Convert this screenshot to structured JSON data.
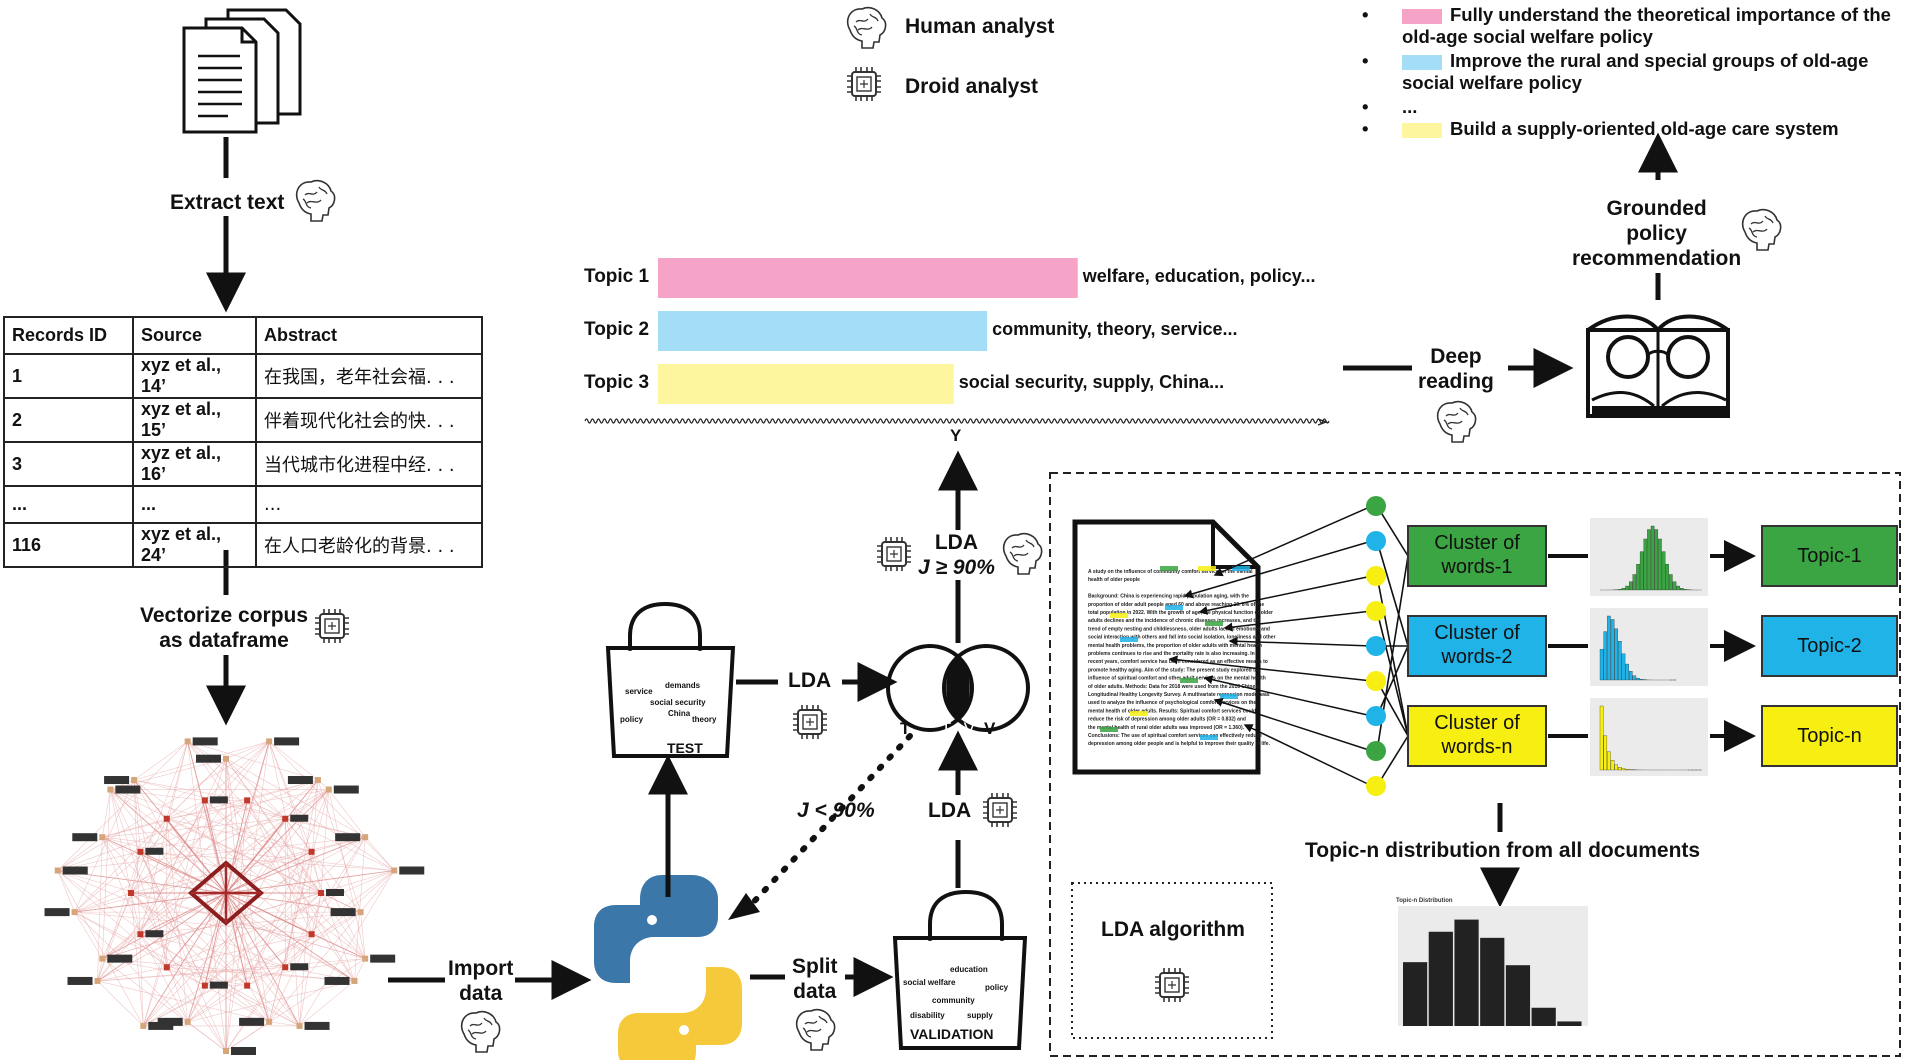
{
  "legend": {
    "human_analyst": "Human analyst",
    "droid_analyst": "Droid analyst"
  },
  "steps": {
    "extract_text": "Extract text",
    "vectorize": [
      "Vectorize corpus",
      "as dataframe"
    ],
    "import_data": [
      "Import",
      "data"
    ],
    "split_data": [
      "Split",
      "data"
    ],
    "lda_test": "LDA",
    "lda_validation": "LDA",
    "lda_pass": [
      "LDA",
      "J ≥ 90%"
    ],
    "j_fail": "J < 90%",
    "y_label": "Y",
    "deep_reading": [
      "Deep",
      "reading"
    ],
    "grounded": [
      "Grounded",
      "policy",
      "recommendation"
    ]
  },
  "table": {
    "headers": [
      "Records ID",
      "Source",
      "Abstract"
    ],
    "rows": [
      [
        "1",
        "xyz et al., 14’",
        "在我国，老年社会福. . ."
      ],
      [
        "2",
        "xyz et al., 15’",
        "伴着现代化社会的快. . ."
      ],
      [
        "3",
        "xyz et al., 16’",
        "当代城市化进程中经. . ."
      ],
      [
        "...",
        "...",
        "..."
      ],
      [
        "116",
        "xyz et al., 24’",
        "在人口老龄化的背景. . ."
      ]
    ]
  },
  "bags": {
    "test": {
      "label": "TEST",
      "words": [
        "demands",
        "service",
        "social security",
        "China",
        "policy",
        "theory"
      ]
    },
    "validation": {
      "label": "VALIDATION",
      "words": [
        "education",
        "social welfare",
        "policy",
        "community",
        "disability",
        "supply"
      ]
    }
  },
  "venn": {
    "left": "T",
    "center": "T∩V",
    "right": "V"
  },
  "topics": [
    {
      "label": "Topic 1",
      "value": 0.88,
      "color": "#f5a3c7",
      "keywords": "welfare, education, policy..."
    },
    {
      "label": "Topic 2",
      "value": 0.69,
      "color": "#a3ddf6",
      "keywords": "community, theory, service..."
    },
    {
      "label": "Topic 3",
      "value": 0.62,
      "color": "#fdf69f",
      "keywords": "social security, supply, China..."
    }
  ],
  "recommendations": [
    {
      "text1": "Fully understand the theoretical importance of the",
      "text2": "old-age social welfare policy",
      "color": "#f5a3c7"
    },
    {
      "text1": "Improve the rural and special groups of old-age",
      "text2": "social welfare policy",
      "color": "#a3ddf6"
    },
    {
      "text1": "...",
      "text2": "",
      "color": ""
    },
    {
      "text1": "Build a supply-oriented old-age care system",
      "text2": "",
      "color": "#fdf69f"
    }
  ],
  "lda_panel": {
    "clusters": [
      {
        "label": [
          "Cluster of",
          "words-1"
        ],
        "topic": "Topic-1",
        "color": "#3aa542"
      },
      {
        "label": [
          "Cluster of",
          "words-2"
        ],
        "topic": "Topic-2",
        "color": "#1fb3e8"
      },
      {
        "label": [
          "Cluster of",
          "words-n"
        ],
        "topic": "Topic-n",
        "color": "#f7ee12"
      }
    ],
    "distribution_caption": "Topic-n distribution from all documents",
    "algorithm_label": "LDA algorithm",
    "hist_title": "Topic-n Distribution",
    "hist_values": [
      42,
      62,
      70,
      58,
      40,
      12,
      3
    ],
    "doc_text": [
      "A study on the influence of community comfort service on the mental",
      "health of older people",
      "",
      "Background: China is experiencing rapid population aging, with the",
      "proportion of older adult people aged 60 and above reaching 19. 8% of the",
      "total population in 2022. With the growth of age, the physical function of older",
      "adults declines and the incidence of chronic diseases increases, and the",
      "trend of empty nesting and childlessness, older adults lack of emotional and",
      "social interaction with others and fall into social isolation, loneliness and other",
      "mental health problems, the proportion of older adults with mental health",
      "problems continues to rise and the mortality rate is also increasing. In",
      "recent years, comfort service has been considered as an effective means to",
      "promote healthy aging. Aim of the study: The present study explored the",
      "influence of spiritual comfort and other adult services on the mental health",
      "of older adults. Methods: Data for 2018 were used from the 2018 Chinese",
      "Longitudinal Healthy Longevity Survey. A multivariate regression model was",
      "used to analyze the influence of psychological comfort services on the",
      "mental health of older adults. Results: Spiritual comfort services could",
      "reduce the risk of depression among older adults (OR = 0.832) and",
      "the mental health of rural older adults was improved (OR = 1.360).",
      "Conclusions: The use of spiritual comfort services can effectively reduce",
      "depression among older people and is helpful to improve their quality of life."
    ]
  }
}
